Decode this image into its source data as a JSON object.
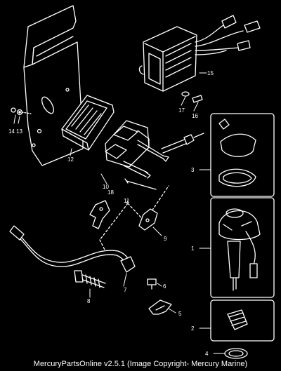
{
  "footer": {
    "text": "MercuryPartsOnline v2.5.1 (Image Copyright- Mercury Marine)"
  },
  "callouts": [
    "1",
    "2",
    "3",
    "4",
    "5",
    "6",
    "7",
    "8",
    "9",
    "10",
    "11",
    "12",
    "13",
    "14",
    "15",
    "16",
    "17",
    "18"
  ],
  "colors": {
    "background": "#000000",
    "line": "#ffffff"
  }
}
